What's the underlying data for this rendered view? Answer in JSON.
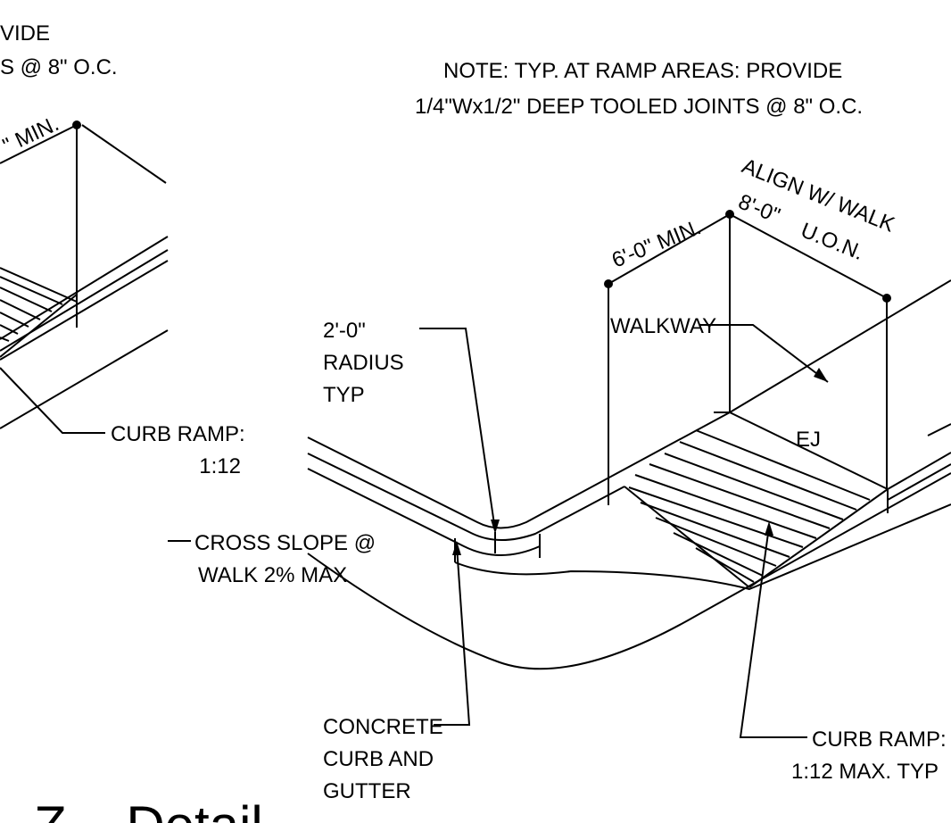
{
  "left_detail": {
    "note_line1_fragment": "VIDE",
    "note_line2_fragment": "S @ 8\" O.C.",
    "dim_fragment": "\" MIN.",
    "curb_ramp_label": "CURB RAMP:",
    "curb_ramp_slope": "1:12",
    "cross_slope_label": "CROSS SLOPE @",
    "cross_slope_value": "WALK 2% MAX"
  },
  "right_detail": {
    "note_line1": "NOTE: TYP. AT RAMP AREAS: PROVIDE",
    "note_line2": "1/4\"Wx1/2\" DEEP TOOLED JOINTS @ 8\" O.C.",
    "dim_min": "6'-0\" MIN.",
    "align_label": "ALIGN W/ WALK",
    "dim_align": "8'-0\"",
    "uon": "U.O.N.",
    "walkway_label": "WALKWAY",
    "radius_value": "2'-0\"",
    "radius_label": "RADIUS",
    "radius_typ": "TYP",
    "ej_label": "EJ",
    "concrete_line1": "CONCRETE",
    "concrete_line2": "CURB AND",
    "concrete_line3": "GUTTER",
    "curb_ramp_label": "CURB RAMP:",
    "curb_ramp_slope": "1:12 MAX. TYP"
  },
  "footer": {
    "title_fragment": "Z    Detail"
  }
}
